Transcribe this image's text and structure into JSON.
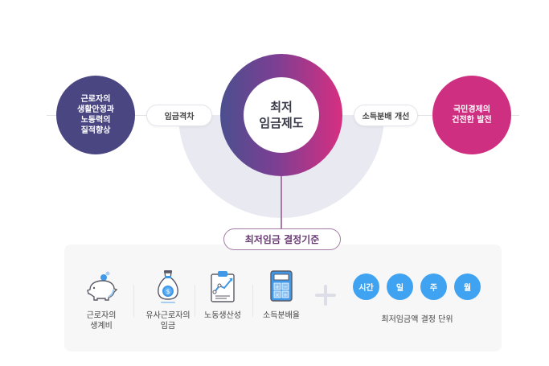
{
  "diagram": {
    "center": {
      "label": "최저\n임금제도",
      "gradient": [
        "#4b4f8f",
        "#7c3f93",
        "#d72f81"
      ]
    },
    "left_node": {
      "label": "근로자의\n생활안정과\n노동력의\n질적향상",
      "color": "#4a4682"
    },
    "right_node": {
      "label": "국민경제의\n건전한 발전",
      "color": "#cf2f80"
    },
    "left_connector": {
      "label": "임금격차"
    },
    "right_connector": {
      "label": "소득분배 개선"
    },
    "criteria_title": "최저임금 결정기준"
  },
  "criteria": {
    "items": [
      {
        "label": "근로자의\n생계비",
        "icon": "piggy-bank-icon"
      },
      {
        "label": "유사근로자의\n임금",
        "icon": "money-bag-icon"
      },
      {
        "label": "노동생산성",
        "icon": "clipboard-chart-icon"
      },
      {
        "label": "소득분배율",
        "icon": "calculator-icon"
      }
    ],
    "units": [
      "시간",
      "일",
      "주",
      "월"
    ],
    "units_label": "최저임금액 결정 단위",
    "units_color": "#3fa3f2"
  }
}
